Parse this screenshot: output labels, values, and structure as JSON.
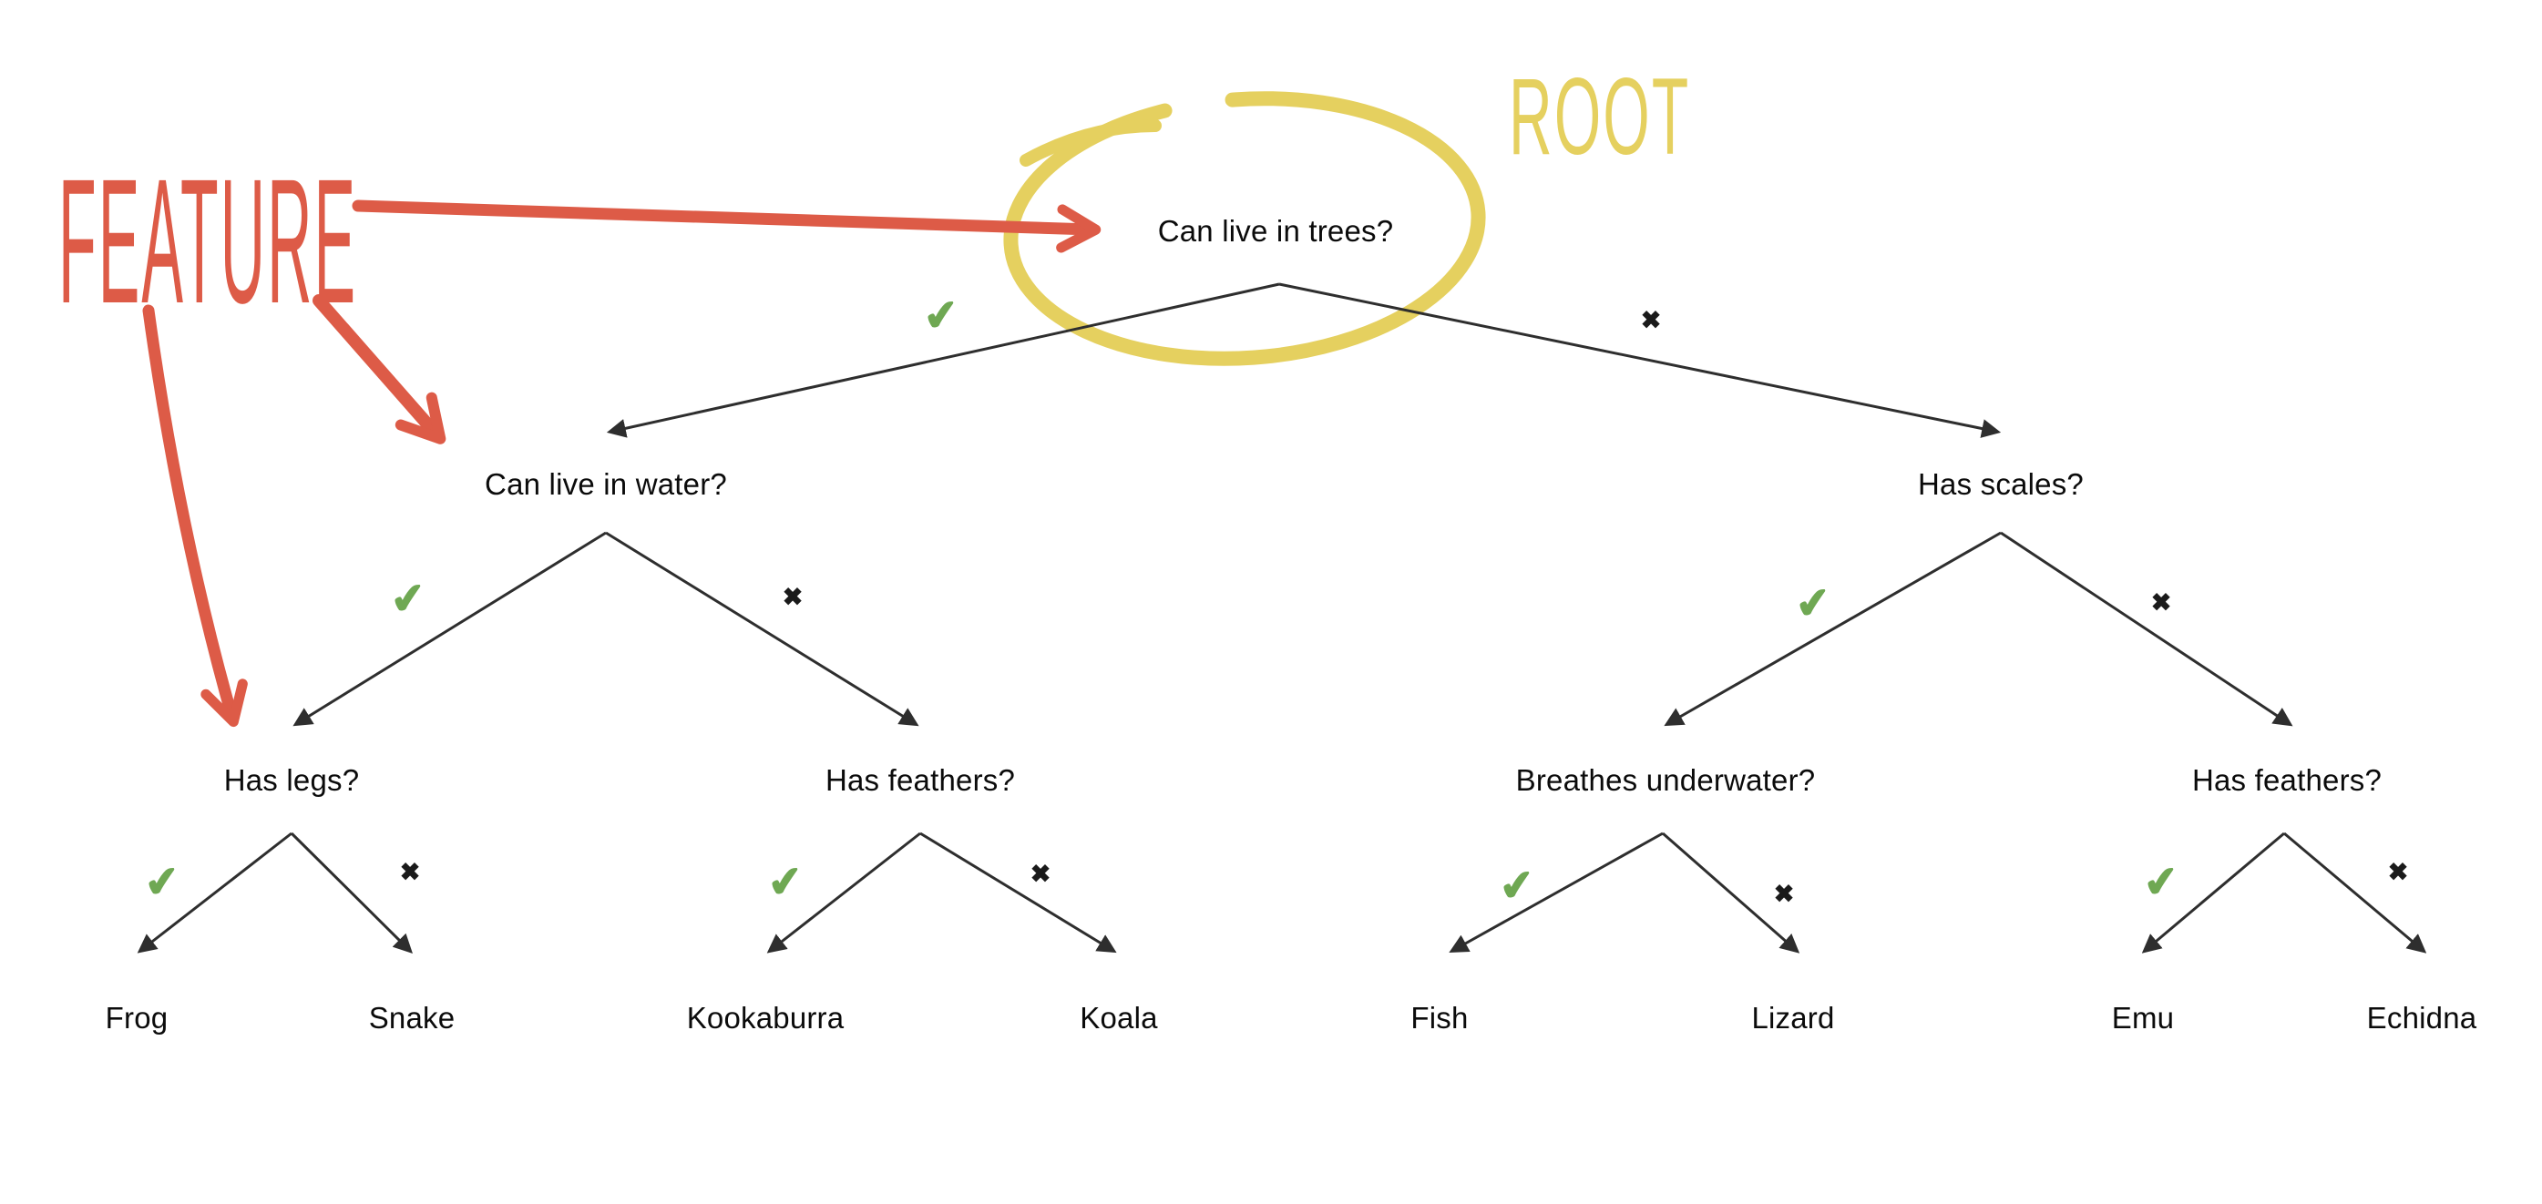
{
  "diagram": {
    "kind": "decision-tree",
    "annotations": {
      "feature": "FEATURE",
      "root": "ROOT"
    },
    "glyphs": {
      "yes": "✔",
      "no": "✖"
    },
    "colors": {
      "annotation_red": "#dd5b47",
      "root_circle_yellow": "#e5d05f",
      "check_green": "#6fa853",
      "line_dark": "#2e2e2e",
      "text_black": "#0b0b0b"
    },
    "tree": {
      "root": "Can live in trees?",
      "yes": {
        "node": "Can live in water?",
        "yes": {
          "node": "Has legs?",
          "yes": "Frog",
          "no": "Snake"
        },
        "no": {
          "node": "Has feathers?",
          "yes": "Kookaburra",
          "no": "Koala"
        }
      },
      "no": {
        "node": "Has scales?",
        "yes": {
          "node": "Breathes underwater?",
          "yes": "Fish",
          "no": "Lizard"
        },
        "no": {
          "node": "Has feathers?",
          "yes": "Emu",
          "no": "Echidna"
        }
      }
    }
  }
}
